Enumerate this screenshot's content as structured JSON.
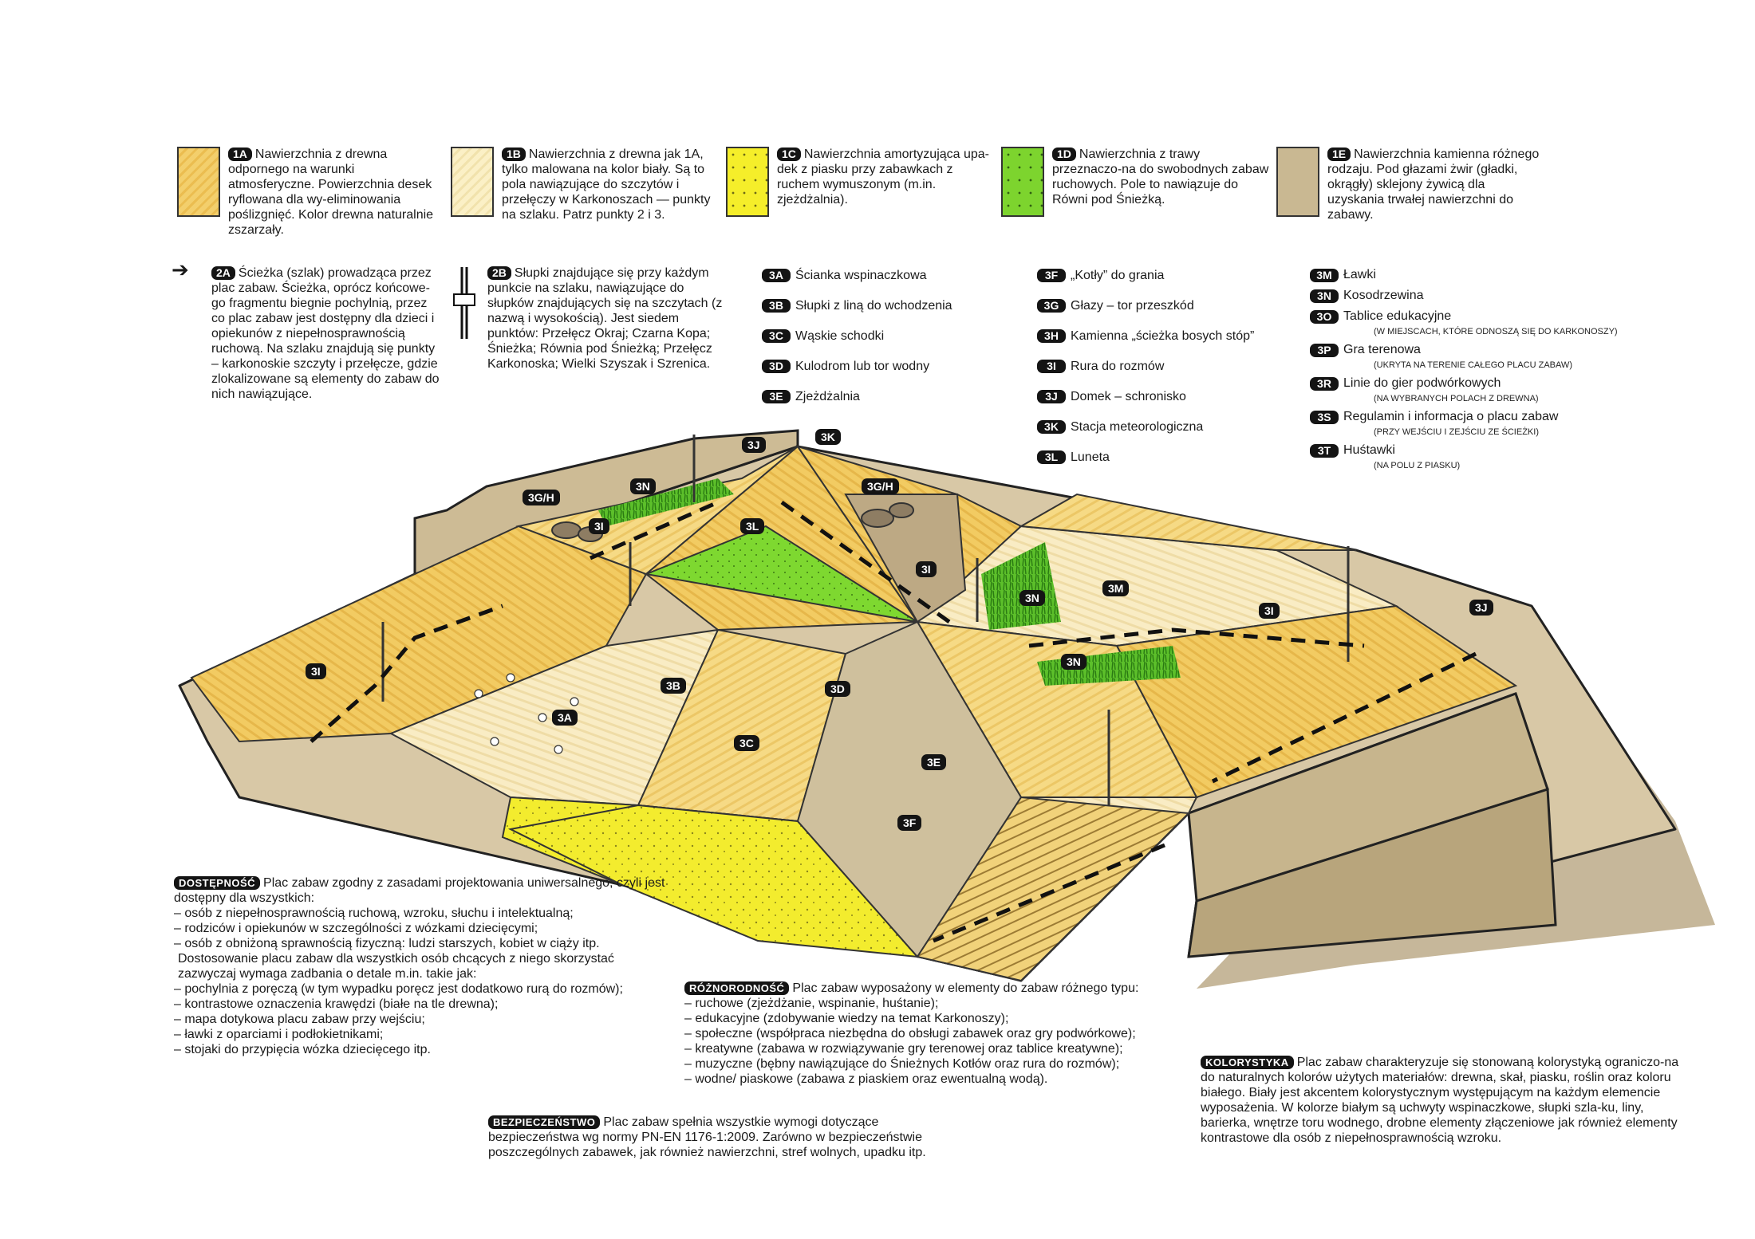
{
  "legend": [
    {
      "code": "1A",
      "swatch": "wood",
      "color": "#f0c85e",
      "text": "Nawierzchnia z drewna odpornego na warunki atmosferyczne. Powierzchnia desek ryflowana dla wy-eliminowania poślizgnięć. Kolor drewna naturalnie zszarzały."
    },
    {
      "code": "1B",
      "swatch": "white",
      "color": "#f8ecc0",
      "text": "Nawierzchnia z drewna jak 1A, tylko malowana na kolor biały. Są to pola nawiązujące do szczytów i przełęczy w Karkonoszach — punkty na szlaku. Patrz punkty 2 i 3."
    },
    {
      "code": "1C",
      "swatch": "sand",
      "color": "#f5ee2a",
      "text": "Nawierzchnia amortyzująca upa-dek z piasku przy zabawkach z ruchem wymuszonym (m.in. zjeżdżalnia)."
    },
    {
      "code": "1D",
      "swatch": "grass",
      "color": "#7dd42e",
      "text": "Nawierzchnia z trawy przeznaczo-na do swobodnych zabaw ruchowych. Pole to nawiązuje do Równi pod Śnieżką."
    },
    {
      "code": "1E",
      "swatch": "stone",
      "color": "#c9b892",
      "text": "Nawierzchnia kamienna różnego rodzaju. Pod głazami żwir (gładki, okrągły) sklejony żywicą dla uzyskania trwałej nawierzchni do zabawy."
    }
  ],
  "path_info": {
    "code": "2A",
    "text": "Ścieżka (szlak) prowadząca przez plac zabaw. Ścieżka, oprócz końcowe-go fragmentu biegnie pochylnią, przez co plac zabaw jest dostępny dla dzieci i opiekunów z niepełnosprawnością ruchową. Na szlaku znajdują się punkty – karkonoskie szczyty i przełęcze, gdzie zlokalizowane są elementy do zabaw do nich nawiązujące."
  },
  "posts_info": {
    "code": "2B",
    "text": "Słupki znajdujące się przy każdym punkcie na szlaku, nawiązujące do słupków znajdujących się na szczytach (z nazwą i wysokością). Jest siedem punktów: Przełęcz Okraj; Czarna Kopa; Śnieżka; Równia pod Śnieżką; Przełęcz Karkonoska; Wielki Szyszak i Szrenica."
  },
  "elements": {
    "col1": [
      {
        "code": "3A",
        "label": "Ścianka wspinaczkowa"
      },
      {
        "code": "3B",
        "label": "Słupki z liną do wchodzenia"
      },
      {
        "code": "3C",
        "label": "Wąskie schodki"
      },
      {
        "code": "3D",
        "label": "Kulodrom lub tor wodny"
      },
      {
        "code": "3E",
        "label": "Zjeżdżalnia"
      }
    ],
    "col2": [
      {
        "code": "3F",
        "label": "„Kotły” do grania"
      },
      {
        "code": "3G",
        "label": "Głazy – tor przeszkód"
      },
      {
        "code": "3H",
        "label": "Kamienna „ścieżka bosych stóp”"
      },
      {
        "code": "3I",
        "label": "Rura do rozmów"
      },
      {
        "code": "3J",
        "label": "Domek – schronisko"
      },
      {
        "code": "3K",
        "label": "Stacja meteorologiczna"
      },
      {
        "code": "3L",
        "label": "Luneta"
      }
    ],
    "col3": [
      {
        "code": "3M",
        "label": "Ławki",
        "note": ""
      },
      {
        "code": "3N",
        "label": "Kosodrzewina",
        "note": ""
      },
      {
        "code": "3O",
        "label": "Tablice edukacyjne",
        "note": "(W MIEJSCACH, KTÓRE ODNOSZĄ SIĘ DO KARKONOSZY)"
      },
      {
        "code": "3P",
        "label": "Gra terenowa",
        "note": "(UKRYTA NA TERENIE CAŁEGO PLACU ZABAW)"
      },
      {
        "code": "3R",
        "label": "Linie do gier podwórkowych",
        "note": "(NA WYBRANYCH POLACH Z DREWNA)"
      },
      {
        "code": "3S",
        "label": "Regulamin i informacja o placu zabaw",
        "note": "(PRZY WEJŚCIU I ZEJŚCIU ZE ŚCIEŻKI)"
      },
      {
        "code": "3T",
        "label": "Huśtawki",
        "note": "(NA POLU Z PIASKU)"
      }
    ]
  },
  "map_labels": [
    "3J",
    "3K",
    "3G/H",
    "3N",
    "3G/H",
    "3I",
    "3L",
    "3I",
    "3N",
    "3M",
    "3I",
    "3J",
    "3I",
    "3N",
    "3B",
    "3D",
    "3A",
    "3C",
    "3E",
    "3F"
  ],
  "accessibility": {
    "title": "DOSTĘPNOŚĆ",
    "intro": "Plac zabaw zgodny z zasadami projektowania uniwersalnego, czyli jest dostępny dla wszystkich:",
    "bullets1": [
      "– osób z niepełnosprawnością ruchową, wzroku, słuchu i intelektualną;",
      "– rodziców i opiekunów w szczególności z wózkami dziecięcymi;",
      "– osób z obniżoną sprawnością fizyczną: ludzi starszych, kobiet w ciąży itp."
    ],
    "middle": "Dostosowanie placu zabaw dla wszystkich osób chcących z niego skorzystać zazwyczaj wymaga zadbania o detale m.in. takie jak:",
    "bullets2": [
      "– pochylnia z poręczą (w tym wypadku poręcz jest dodatkowo rurą do rozmów);",
      "– kontrastowe oznaczenia krawędzi (białe na tle drewna);",
      "– mapa dotykowa placu zabaw przy wejściu;",
      "– ławki z oparciami i podłokietnikami;",
      "– stojaki do przypięcia wózka dziecięcego itp."
    ]
  },
  "diversity": {
    "title": "RÓŻNORODNOŚĆ",
    "intro": "Plac zabaw wyposażony w elementy do zabaw różnego typu:",
    "bullets": [
      "– ruchowe (zjeżdżanie, wspinanie, huśtanie);",
      "– edukacyjne (zdobywanie wiedzy na temat Karkonoszy);",
      "– społeczne (współpraca niezbędna do obsługi zabawek oraz gry podwórkowe);",
      "– kreatywne (zabawa w rozwiązywanie gry terenowej oraz tablice kreatywne);",
      "– muzyczne (bębny nawiązujące do Śnieżnych Kotłów oraz rura do rozmów);",
      "– wodne/ piaskowe (zabawa z piaskiem oraz ewentualną wodą)."
    ]
  },
  "safety": {
    "title": "BEZPIECZEŃSTWO",
    "text": "Plac zabaw spełnia wszystkie wymogi dotyczące bezpieczeństwa wg normy PN-EN 1176-1:2009. Zarówno w bezpieczeństwie poszczególnych zabawek, jak również nawierzchni, stref wolnych, upadku itp."
  },
  "colors": {
    "title": "KOLORYSTYKA",
    "text": "Plac zabaw charakteryzuje się stonowaną kolorystyką ograniczo-na do naturalnych kolorów użytych materiałów: drewna, skał, piasku, roślin oraz koloru białego. Biały jest akcentem kolorystycznym występującym na każdym elemencie wyposażenia. W kolorze białym są uchwyty wspinaczkowe, słupki szla-ku, liny, barierka, wnętrze toru wodnego, drobne elementy złączeniowe jak również elementy kontrastowe dla osób z niepełnosprawnością wzroku."
  }
}
